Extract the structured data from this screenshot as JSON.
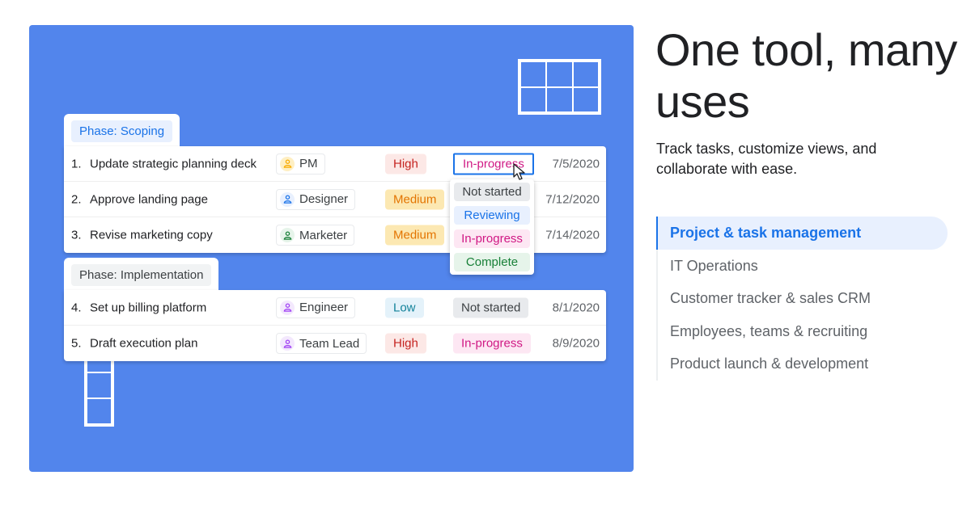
{
  "headline": "One tool, many uses",
  "subtitle": "Track tasks, customize views, and collaborate with ease.",
  "use_cases": [
    {
      "label": "Project & task management",
      "active": true
    },
    {
      "label": "IT Operations",
      "active": false
    },
    {
      "label": "Customer tracker & sales CRM",
      "active": false
    },
    {
      "label": "Employees, teams & recruiting",
      "active": false
    },
    {
      "label": "Product launch & development",
      "active": false
    }
  ],
  "colors": {
    "panel": "#5285ec",
    "accent": "#1a73e8"
  },
  "chip_styles": {
    "High": {
      "bg": "#fce8e6",
      "fg": "#c5221f"
    },
    "Medium": {
      "bg": "#fce8b2",
      "fg": "#e37400"
    },
    "Low": {
      "bg": "#e4f2fa",
      "fg": "#12829a"
    },
    "Not started": {
      "bg": "#e8eaed",
      "fg": "#3c4043"
    },
    "Reviewing": {
      "bg": "#e8f0fe",
      "fg": "#1a73e8"
    },
    "In-progress": {
      "bg": "#fde7f3",
      "fg": "#d01884"
    },
    "Complete": {
      "bg": "#e6f4ea",
      "fg": "#188038"
    }
  },
  "phases": [
    {
      "label": "Phase: Scoping",
      "tab_bg": "#e8f0fe",
      "tab_fg": "#1a73e8",
      "tasks": [
        {
          "num": "1.",
          "task": "Update strategic planning deck",
          "role": "PM",
          "role_icon": "person-icon",
          "role_color": "#f9ab00",
          "role_bg": "#feefc3",
          "priority": "High",
          "status": "In-progress",
          "date": "7/5/2020",
          "selected": true
        },
        {
          "num": "2.",
          "task": "Approve landing page",
          "role": "Designer",
          "role_icon": "person-icon",
          "role_color": "#1a73e8",
          "role_bg": "#e8f0fe",
          "priority": "Medium",
          "status": "",
          "date": "7/12/2020"
        },
        {
          "num": "3.",
          "task": "Revise marketing copy",
          "role": "Marketer",
          "role_icon": "person-icon",
          "role_color": "#188038",
          "role_bg": "#e6f4ea",
          "priority": "Medium",
          "status": "",
          "date": "7/14/2020"
        }
      ]
    },
    {
      "label": "Phase: Implementation",
      "tab_bg": "#f1f3f4",
      "tab_fg": "#3c4043",
      "tasks": [
        {
          "num": "4.",
          "task": "Set up billing platform",
          "role": "Engineer",
          "role_icon": "person-icon",
          "role_color": "#a142f4",
          "role_bg": "#f3e8fd",
          "priority": "Low",
          "status": "Not started",
          "date": "8/1/2020"
        },
        {
          "num": "5.",
          "task": "Draft execution plan",
          "role": "Team Lead",
          "role_icon": "person-icon",
          "role_color": "#a142f4",
          "role_bg": "#f3e8fd",
          "priority": "High",
          "status": "In-progress",
          "date": "8/9/2020"
        }
      ]
    }
  ],
  "status_dropdown": {
    "options": [
      "Not started",
      "Reviewing",
      "In-progress",
      "Complete"
    ]
  }
}
